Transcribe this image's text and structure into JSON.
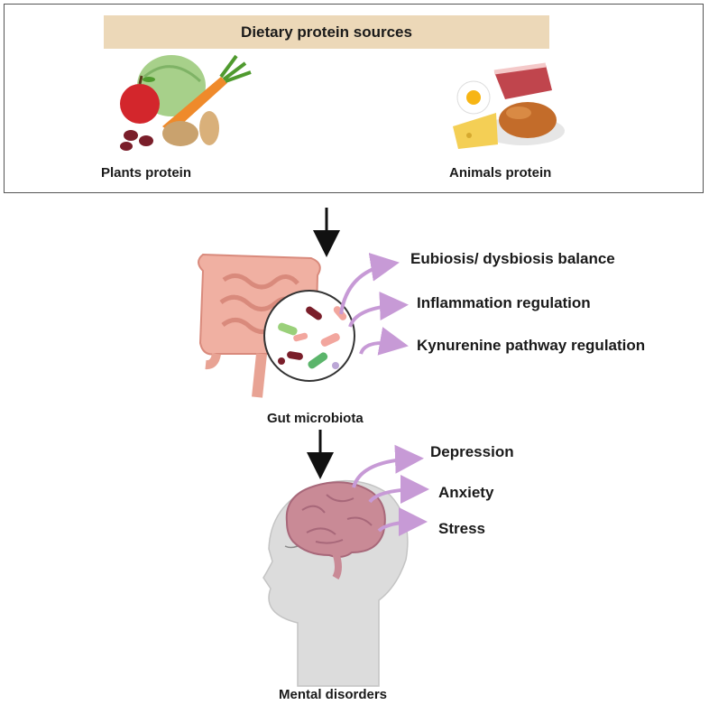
{
  "header": {
    "title": "Dietary protein sources"
  },
  "sources": {
    "plants_label": "Plants protein",
    "animals_label": "Animals protein"
  },
  "gut": {
    "label": "Gut microbiota",
    "effects": [
      "Eubiosis/ dysbiosis balance",
      "Inflammation regulation",
      "Kynurenine pathway regulation"
    ]
  },
  "brain": {
    "label": "Mental disorders",
    "effects": [
      "Depression",
      "Anxiety",
      "Stress"
    ]
  },
  "colors": {
    "title_bg": "#ecd8b8",
    "arrow_purple": "#c79ad6",
    "intestine": "#e8a394",
    "brain": "#c98a96",
    "head": "#dcdcdc"
  }
}
